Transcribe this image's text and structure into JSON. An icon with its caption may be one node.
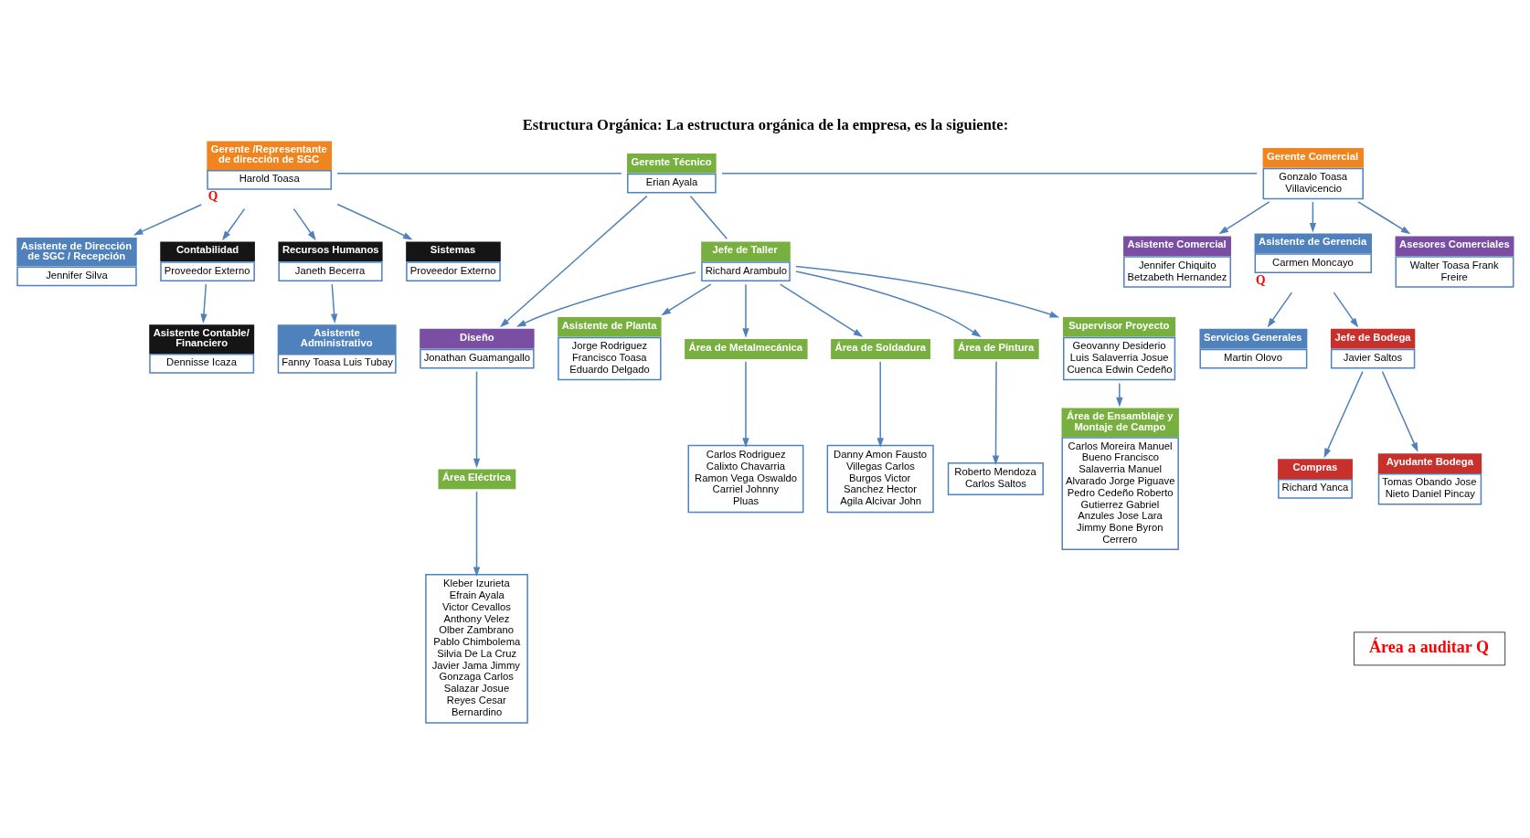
{
  "diagram": {
    "title": "Estructura Orgánica: La estructura orgánica de la empresa, es la siguiente:",
    "nodes": [
      {
        "text": [
          "Gerente /Representante de dirección de SGC",
          "Harold Toasa"
        ],
        "beside": [
          "Q"
        ]
      },
      {
        "text": [
          "Gerente Técnico",
          "Erian Ayala"
        ]
      },
      {
        "text": [
          "Gerente Comercial",
          "Gonzalo Toasa Villavicencio"
        ]
      },
      {
        "text": [
          "Asistente de Dirección de SGC / Recepción",
          "Jennifer Silva"
        ]
      },
      {
        "text": [
          "Contabilidad",
          "Proveedor Externo"
        ]
      },
      {
        "text": [
          "Recursos Humanos",
          "Janeth Becerra"
        ]
      },
      {
        "text": [
          "Sistemas",
          "Proveedor Externo"
        ]
      },
      {
        "text": [
          "Asistente Contable/ Financiero",
          "Dennisse Icaza"
        ]
      },
      {
        "text": [
          "Asistente Administrativo",
          "Fanny Toasa Luis Tubay"
        ]
      },
      {
        "text": [
          "Jefe de Taller",
          "Richard Arambulo"
        ]
      },
      {
        "text": [
          "Diseño",
          "Jonathan Guamangallo"
        ]
      },
      {
        "text": [
          "Asistente de Planta",
          "Jorge Rodriguez Francisco Toasa Eduardo Delgado"
        ]
      },
      {
        "text": [
          "Área de Metalmecánica"
        ]
      },
      {
        "text": [
          "Área de Soldadura"
        ]
      },
      {
        "text": [
          "Área de Pintura"
        ]
      },
      {
        "text": [
          "Área Eléctrica"
        ]
      },
      {
        "text": [
          "Supervisor Proyecto",
          "Geovanny Desiderio Luis Salaverria Josue Cuenca Edwin Cedeño"
        ]
      },
      {
        "text": [
          "Carlos Rodriguez Calixto Chavarria Ramon Vega Oswaldo Carriel Johnny Pluas"
        ]
      },
      {
        "text": [
          "Danny Amon Fausto Villegas Carlos Burgos Victor Sanchez Hector Agila Alcivar John"
        ]
      },
      {
        "text": [
          "Roberto Mendoza Carlos Saltos"
        ]
      },
      {
        "text": [
          "Kleber Izurieta Efrain Ayala Victor Cevallos Anthony Velez Olber Zambrano Pablo Chimbolema Silvia De La Cruz Javier Jama Jimmy Gonzaga Carlos Salazar Josue Reyes Cesar Bernardino"
        ]
      },
      {
        "text": [
          "Área de Ensamblaje y Montaje de Campo",
          "Carlos Moreira Manuel Bueno Francisco Salaverria Manuel Alvarado Jorge Piguave Pedro Cedeño Roberto Gutierrez Gabriel Anzules Jose Lara Jimmy Bone Byron Cerrero"
        ]
      },
      {
        "text": [
          "Asistente Comercial",
          "Jennifer Chiquito Betzabeth Hernandez"
        ]
      },
      {
        "text": [
          "Asistente de Gerencia",
          "Carmen Moncayo"
        ],
        "beside": [
          "Q"
        ]
      },
      {
        "text": [
          "Asesores Comerciales",
          "Walter Toasa Frank Freire"
        ]
      },
      {
        "text": [
          "Servicios Generales",
          "Martin Olovo"
        ]
      },
      {
        "text": [
          "Jefe de Bodega",
          "Javier Saltos"
        ]
      },
      {
        "text": [
          "Compras",
          "Richard Yanca"
        ]
      },
      {
        "text": [
          "Ayudante Bodega",
          "Tomas Obando Jose Nieto Daniel Pincay"
        ]
      }
    ],
    "edges": [
      {
        "from": 0,
        "to": 1,
        "arrow": "none"
      },
      {
        "from": 1,
        "to": 2,
        "arrow": "none"
      },
      {
        "from": 0,
        "to": 3,
        "arrow": "to"
      },
      {
        "from": 0,
        "to": 4,
        "arrow": "to"
      },
      {
        "from": 0,
        "to": 5,
        "arrow": "to"
      },
      {
        "from": 0,
        "to": 6,
        "arrow": "to"
      },
      {
        "from": 4,
        "to": 7,
        "arrow": "to"
      },
      {
        "from": 5,
        "to": 8,
        "arrow": "to"
      },
      {
        "from": 1,
        "to": 10,
        "arrow": "to"
      },
      {
        "from": 1,
        "to": 9,
        "arrow": "none"
      },
      {
        "from": 9,
        "to": 10,
        "arrow": "to"
      },
      {
        "from": 9,
        "to": 11,
        "arrow": "to"
      },
      {
        "from": 9,
        "to": 12,
        "arrow": "to"
      },
      {
        "from": 9,
        "to": 13,
        "arrow": "to"
      },
      {
        "from": 9,
        "to": 14,
        "arrow": "to"
      },
      {
        "from": 10,
        "to": 15,
        "arrow": "to"
      },
      {
        "from": 9,
        "to": 16,
        "arrow": "to"
      },
      {
        "from": 12,
        "to": 17,
        "arrow": "to"
      },
      {
        "from": 13,
        "to": 18,
        "arrow": "to"
      },
      {
        "from": 14,
        "to": 19,
        "arrow": "to"
      },
      {
        "from": 15,
        "to": 20,
        "arrow": "to"
      },
      {
        "from": 16,
        "to": 21,
        "arrow": "to"
      },
      {
        "from": 2,
        "to": 22,
        "arrow": "to"
      },
      {
        "from": 2,
        "to": 23,
        "arrow": "to"
      },
      {
        "from": 2,
        "to": 24,
        "arrow": "to"
      },
      {
        "from": 23,
        "to": 25,
        "arrow": "to"
      },
      {
        "from": 23,
        "to": 26,
        "arrow": "to"
      },
      {
        "from": 26,
        "to": 27,
        "arrow": "to"
      },
      {
        "from": 26,
        "to": 28,
        "arrow": "to"
      }
    ],
    "labels": [
      "Área a auditar Q"
    ]
  }
}
